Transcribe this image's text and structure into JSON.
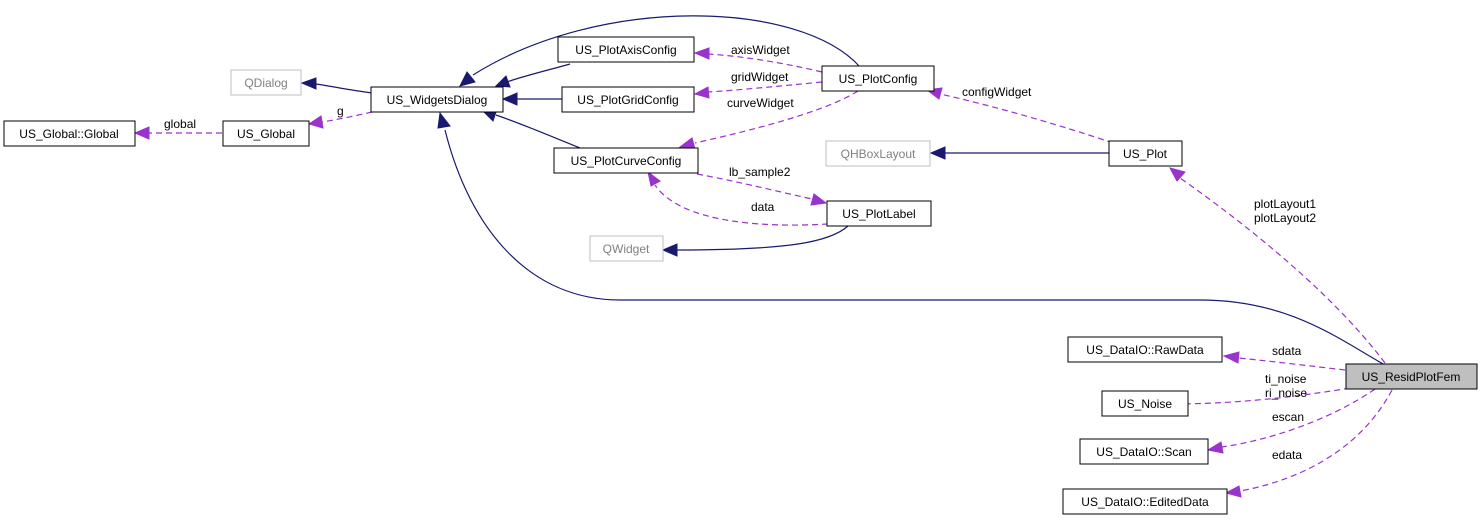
{
  "colors": {
    "inheritance_edge": "#191970",
    "usage_edge": "#9a32cd",
    "focus_node_fill": "#bfbfbf",
    "external_node_border": "#bfbfbf"
  },
  "nodes": {
    "qdialog": "QDialog",
    "us_widgetsdialog": "US_WidgetsDialog",
    "us_global_global": "US_Global::Global",
    "us_global": "US_Global",
    "us_plotaxisconfig": "US_PlotAxisConfig",
    "us_plotgridconfig": "US_PlotGridConfig",
    "us_plotcurveconfig": "US_PlotCurveConfig",
    "us_plotconfig": "US_PlotConfig",
    "qhboxlayout": "QHBoxLayout",
    "us_plot": "US_Plot",
    "us_plotlabel": "US_PlotLabel",
    "qwidget": "QWidget",
    "us_dataio_rawdata": "US_DataIO::RawData",
    "us_residplotfem": "US_ResidPlotFem",
    "us_noise": "US_Noise",
    "us_dataio_scan": "US_DataIO::Scan",
    "us_dataio_editeddata": "US_DataIO::EditedData"
  },
  "edge_labels": {
    "global": "global",
    "g": "g",
    "axis_widget": "axisWidget",
    "grid_widget": "gridWidget",
    "curve_widget": "curveWidget",
    "config_widget": "configWidget",
    "lb_sample2": "lb_sample2",
    "data": "data",
    "plot_layout1": "plotLayout1",
    "plot_layout2": "plotLayout2",
    "sdata": "sdata",
    "ti_noise": "ti_noise",
    "ri_noise": "ri_noise",
    "escan": "escan",
    "edata": "edata"
  }
}
